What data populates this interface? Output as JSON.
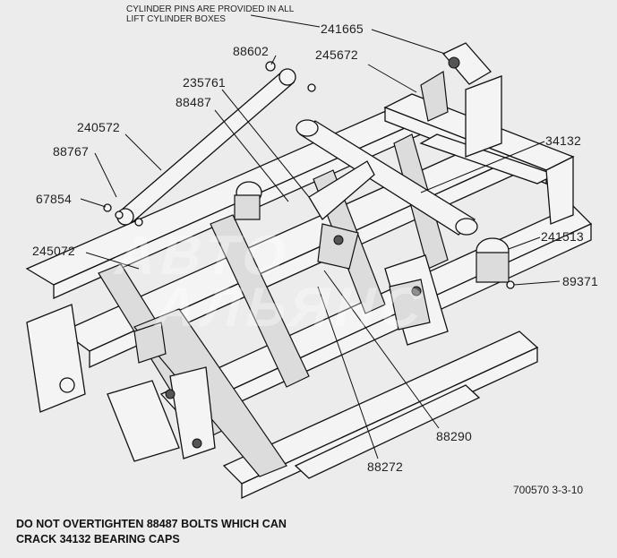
{
  "note_top": [
    "CYLINDER PINS ARE PROVIDED IN ALL",
    "LIFT CYLINDER BOXES"
  ],
  "callouts": {
    "p241665": "241665",
    "p88602": "88602",
    "p245672": "245672",
    "p235761": "235761",
    "p88487": "88487",
    "p240572": "240572",
    "p34132": "34132",
    "p88767": "88767",
    "p67854": "67854",
    "p245072": "245072",
    "p241513": "241513",
    "p89371": "89371",
    "p88290": "88290",
    "p88272": "88272"
  },
  "reference": "700570  3-3-10",
  "footnote": [
    "DO NOT OVERTIGHTEN 88487 BOLTS WHICH CAN",
    "CRACK 34132 BEARING CAPS"
  ],
  "watermark": [
    "АВТО",
    "АЛЬЯНС"
  ]
}
